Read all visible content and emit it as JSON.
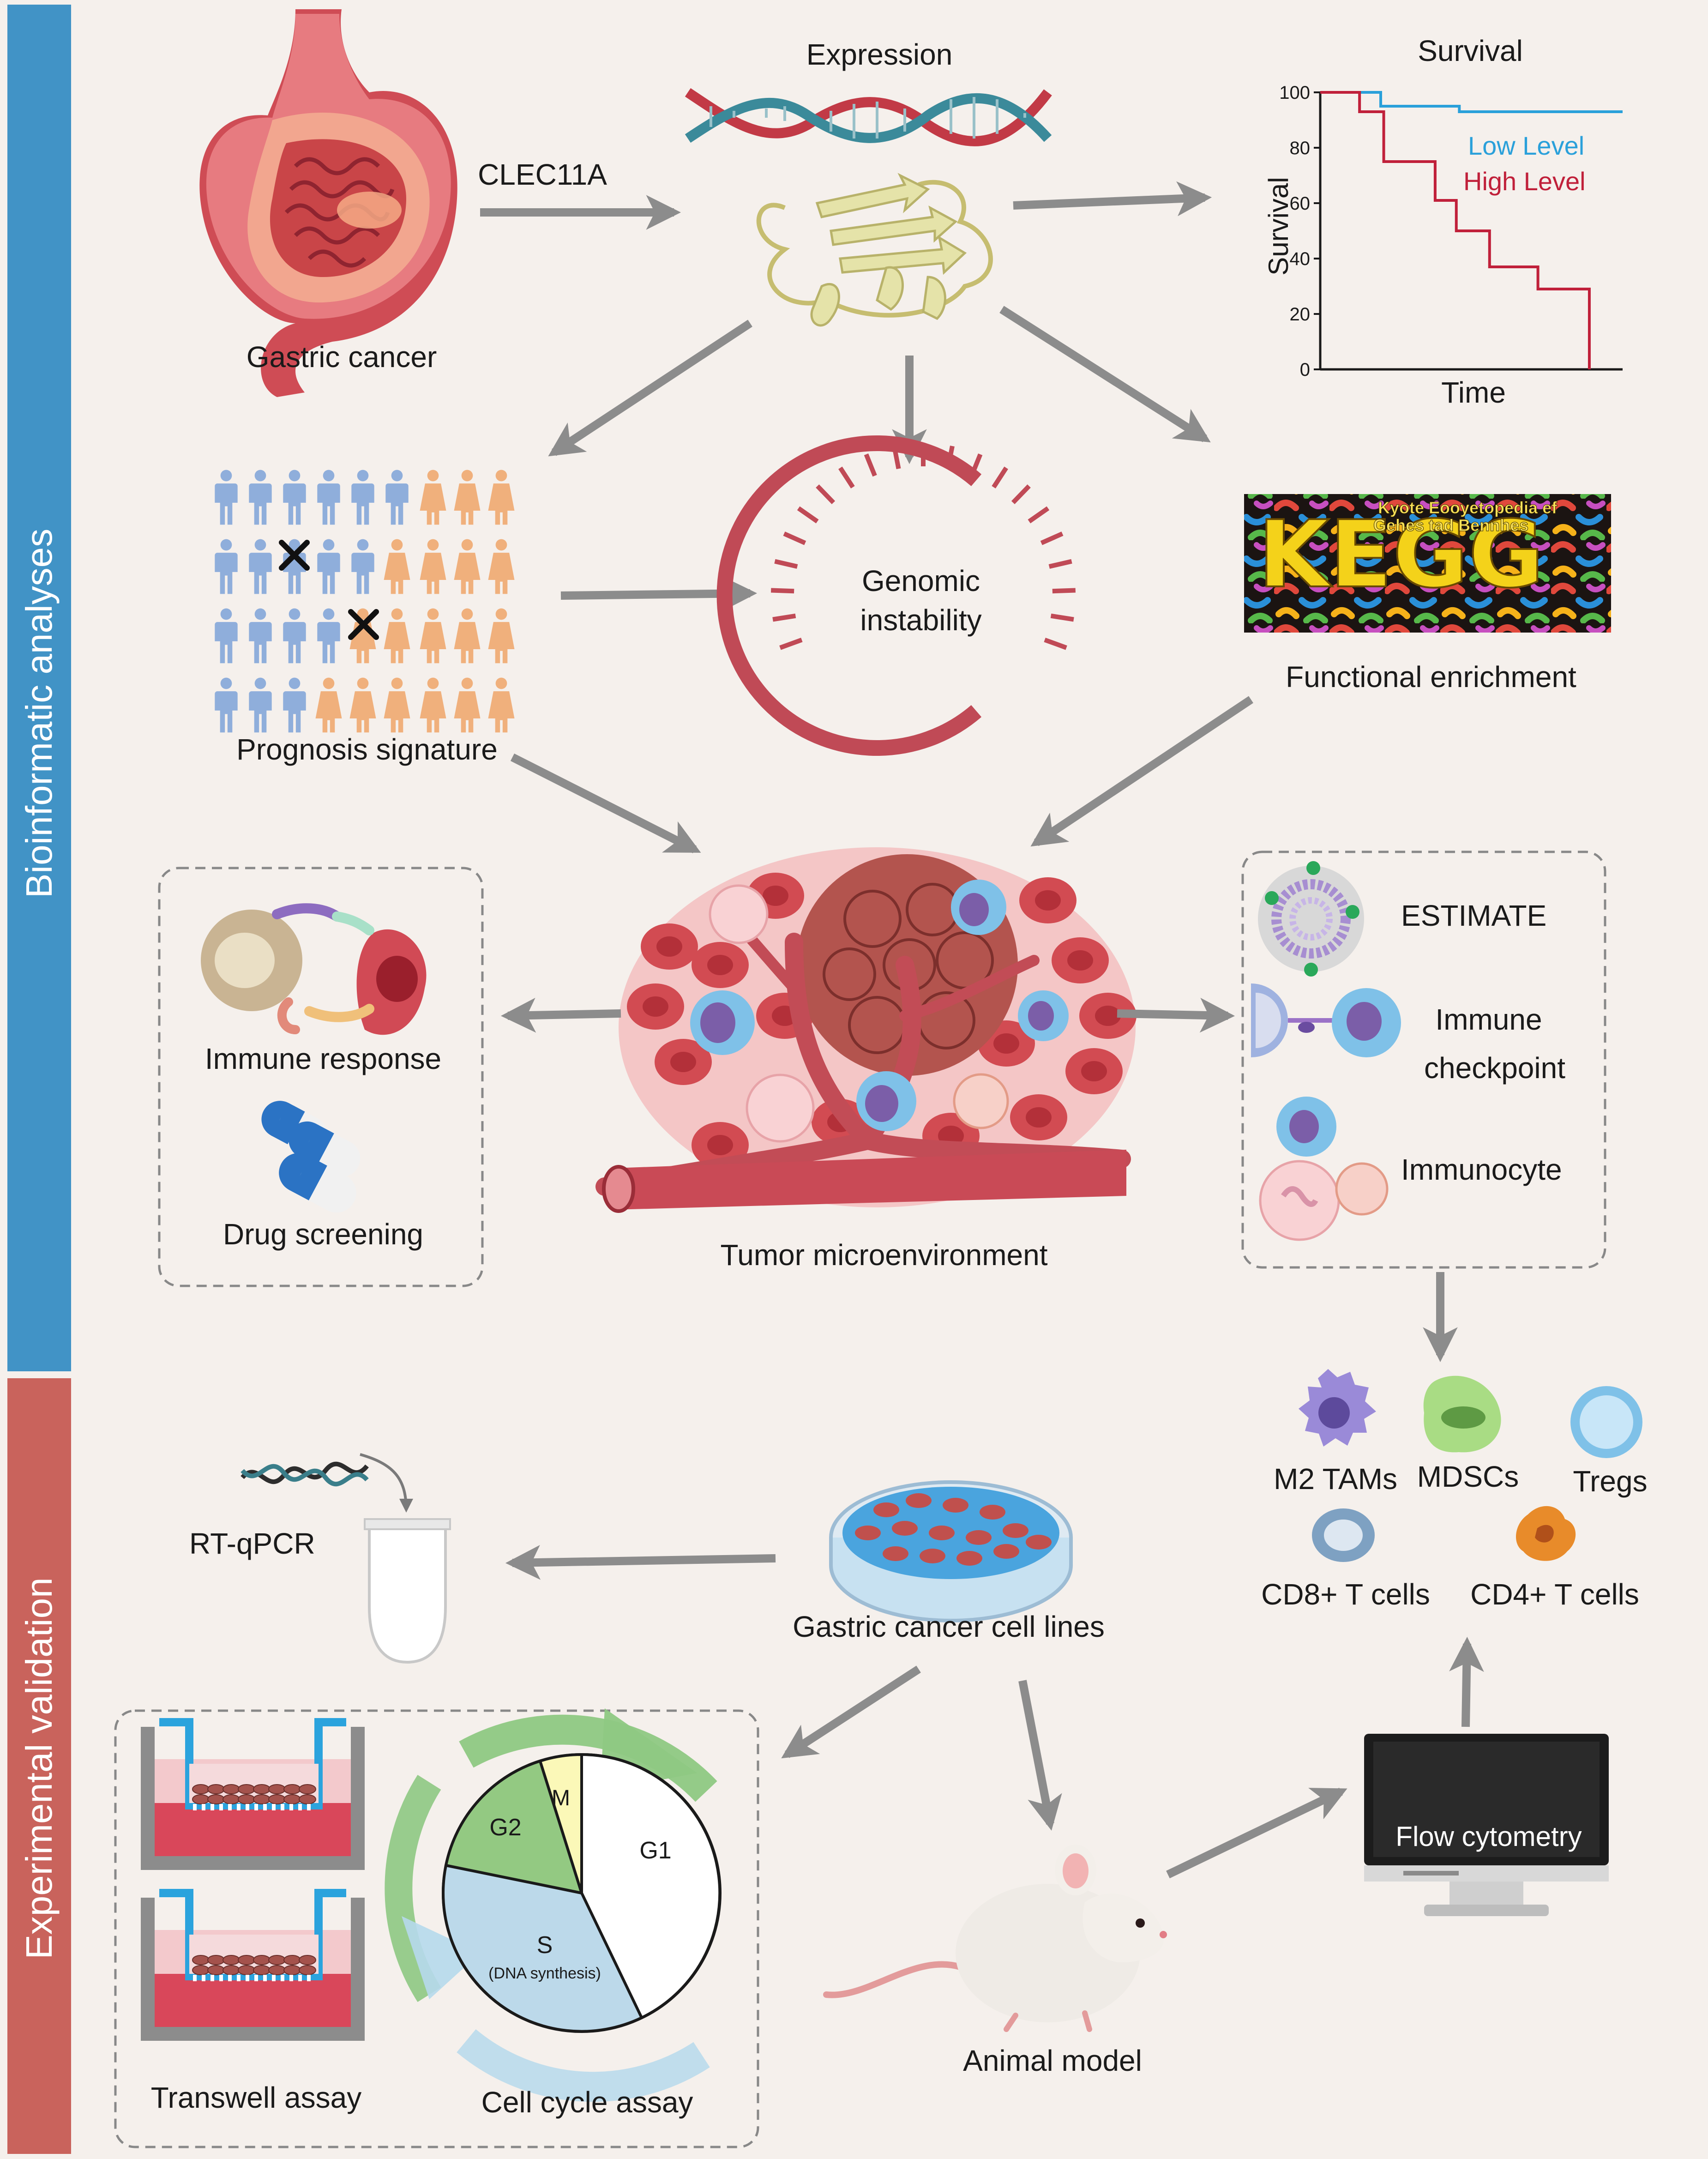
{
  "sidebar": {
    "top_label": "Bioinformatic analyses",
    "bottom_label": "Experimental validation",
    "top_color": "#4193c6",
    "bottom_color": "#c9635c"
  },
  "colors": {
    "background": "#f5f0ec",
    "arrow": "#8c8c8c",
    "low_level": "#2aa0da",
    "high_level": "#c0203a",
    "person_blue": "#8faedb",
    "person_orange": "#f0b07c"
  },
  "top": {
    "gastric_cancer": "Gastric cancer",
    "gene": "CLEC11A",
    "expression": "Expression"
  },
  "survival_chart": {
    "title": "Survival",
    "ylabel": "Survival",
    "xlabel": "Time",
    "low_label": "Low Level",
    "high_label": "High Level",
    "ticks": [
      "0",
      "20",
      "40",
      "60",
      "80",
      "100"
    ]
  },
  "chart_data": {
    "type": "line",
    "title": "Survival",
    "xlabel": "Time",
    "ylabel": "Survival",
    "ylim": [
      0,
      100
    ],
    "series": [
      {
        "name": "Low Level",
        "color": "#2aa0da",
        "x": [
          0,
          20,
          20,
          46,
          46,
          100
        ],
        "y": [
          100,
          100,
          95,
          95,
          93,
          93
        ]
      },
      {
        "name": "High Level",
        "color": "#c0203a",
        "x": [
          0,
          13,
          13,
          21,
          21,
          38,
          38,
          45,
          45,
          56,
          56,
          72,
          72,
          89,
          89
        ],
        "y": [
          100,
          100,
          93,
          93,
          75,
          75,
          61,
          61,
          50,
          50,
          37,
          37,
          29,
          29,
          0
        ]
      }
    ]
  },
  "middle": {
    "prognosis": "Prognosis signature",
    "genomic_line1": "Genomic",
    "genomic_line2": "instability",
    "kegg_title": "Kyote Eooyetopedia ef",
    "kegg_subtitle": "Gehes tad Bennhes",
    "kegg_letters": "KEGG",
    "functional": "Functional enrichment"
  },
  "left_box": {
    "immune_response": "Immune response",
    "drug_screening": "Drug screening"
  },
  "center": {
    "tme": "Tumor microenvironment"
  },
  "right_box": {
    "estimate": "ESTIMATE",
    "checkpoint_line1": "Immune",
    "checkpoint_line2": "checkpoint",
    "immunocyte": "Immunocyte"
  },
  "immune_cells": {
    "m2": "M2 TAMs",
    "mdsc": "MDSCs",
    "tregs": "Tregs",
    "cd8": "CD8+ T cells",
    "cd4": "CD4+ T cells"
  },
  "bottom": {
    "rtqpcr": "RT-qPCR",
    "cell_lines": "Gastric cancer cell lines",
    "transwell": "Transwell assay",
    "cell_cycle": "Cell cycle assay",
    "g1": "G1",
    "g2": "G2",
    "m": "M",
    "s": "S",
    "s_sub": "(DNA synthesis)",
    "animal": "Animal model",
    "flow": "Flow cytometry"
  }
}
